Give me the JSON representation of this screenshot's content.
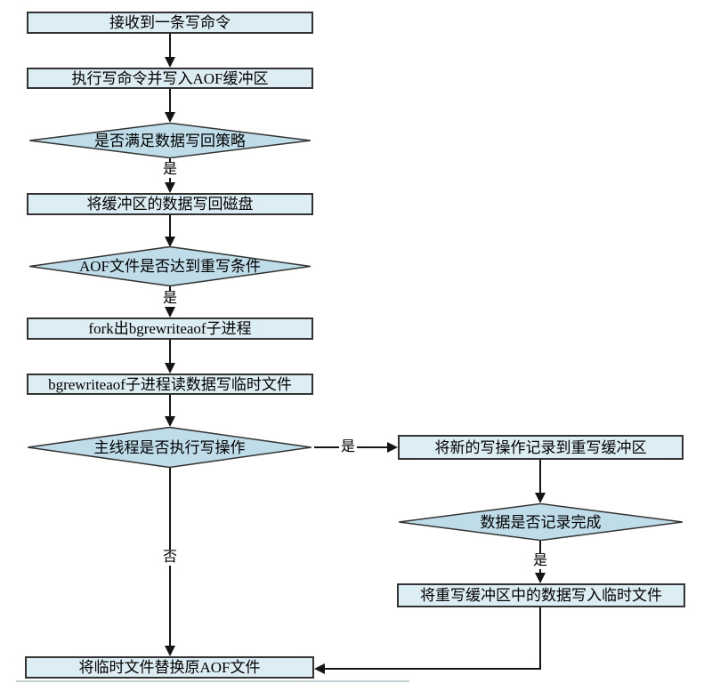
{
  "colors": {
    "process_fill": "#dcedf4",
    "decision_fill": "#bedde9",
    "shape_border": "#333333",
    "arrow": "#141414",
    "canvas_bg": "#ffffff"
  },
  "flowchart": {
    "nodes": {
      "receive": "接收到一条写命令",
      "exec_write": "执行写命令并写入AOF缓冲区",
      "check_writeback": "是否满足数据写回策略",
      "flush_disk": "将缓冲区的数据写回磁盘",
      "check_rewrite": "AOF文件是否达到重写条件",
      "fork_child": "fork出bgrewriteaof子进程",
      "child_write_temp": "bgrewriteaof子进程读数据写临时文件",
      "check_main_write": "主线程是否执行写操作",
      "record_rewrite_buffer": "将新的写操作记录到重写缓冲区",
      "check_record_done": "数据是否记录完成",
      "buffer_to_temp": "将重写缓冲区中的数据写入临时文件",
      "replace_aof": "将临时文件替换原AOF文件"
    },
    "edge_labels": {
      "writeback_yes": "是",
      "rewrite_yes": "是",
      "main_write_yes": "是",
      "main_write_no": "否",
      "record_done_yes": "是"
    }
  }
}
